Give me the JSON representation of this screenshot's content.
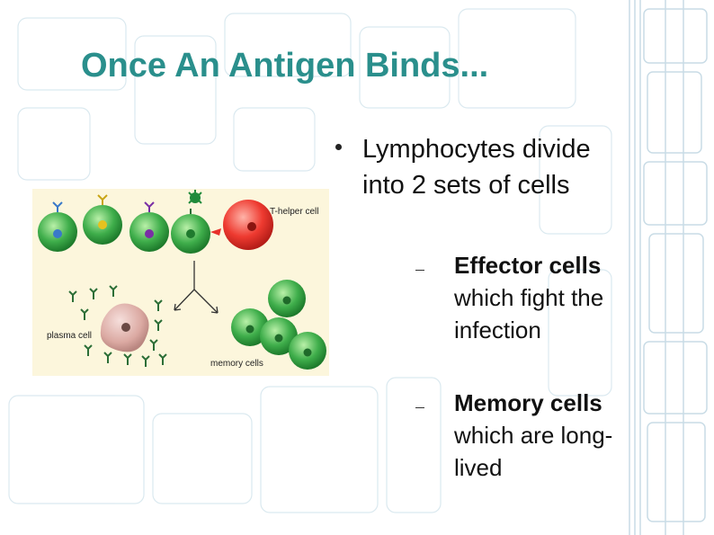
{
  "slide": {
    "title": "Once An Antigen Binds...",
    "bullet": "Lymphocytes divide into 2 sets of cells",
    "subitems": [
      {
        "bold": "Effector cells",
        "rest": " which fight the infection"
      },
      {
        "bold": "Memory cells",
        "rest": " which are long-lived"
      }
    ]
  },
  "figure": {
    "labels": {
      "t_helper": "T-helper cell",
      "plasma": "plasma cell",
      "memory": "memory cells"
    },
    "colors": {
      "cell_green": "#3aa84a",
      "t_helper_red": "#e8302a",
      "background": "#fcf6dc",
      "nucleus_blue": "#3a79c9",
      "nucleus_yellow": "#e6c21e",
      "nucleus_purple": "#7a2fa5",
      "antibody": "#2c6e37"
    }
  }
}
